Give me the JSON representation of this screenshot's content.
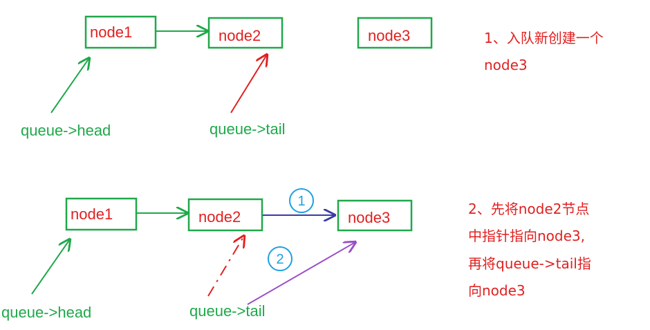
{
  "colors": {
    "box_border": "#1fa84a",
    "node_text": "#e02020",
    "pointer_text": "#1fa84a",
    "head_arrow": "#1fa84a",
    "tail_arrow": "#e02020",
    "step1_arrow": "#3a3aa8",
    "step2_arrow": "#9a4ec8",
    "step_marker": "#1e9fe0",
    "note_text": "#e02020"
  },
  "diagram1": {
    "nodes": [
      "node1",
      "node2",
      "node3"
    ],
    "head_label": "queue->head",
    "tail_label": "queue->tail",
    "note_lines": [
      "1、入队新创建一个",
      "node3"
    ]
  },
  "diagram2": {
    "nodes": [
      "node1",
      "node2",
      "node3"
    ],
    "head_label": "queue->head",
    "tail_label": "queue->tail",
    "step1_marker": "1",
    "step2_marker": "2",
    "note_lines": [
      "2、先将node2节点",
      "中指针指向node3,",
      "再将queue->tail指",
      "向node3"
    ]
  }
}
